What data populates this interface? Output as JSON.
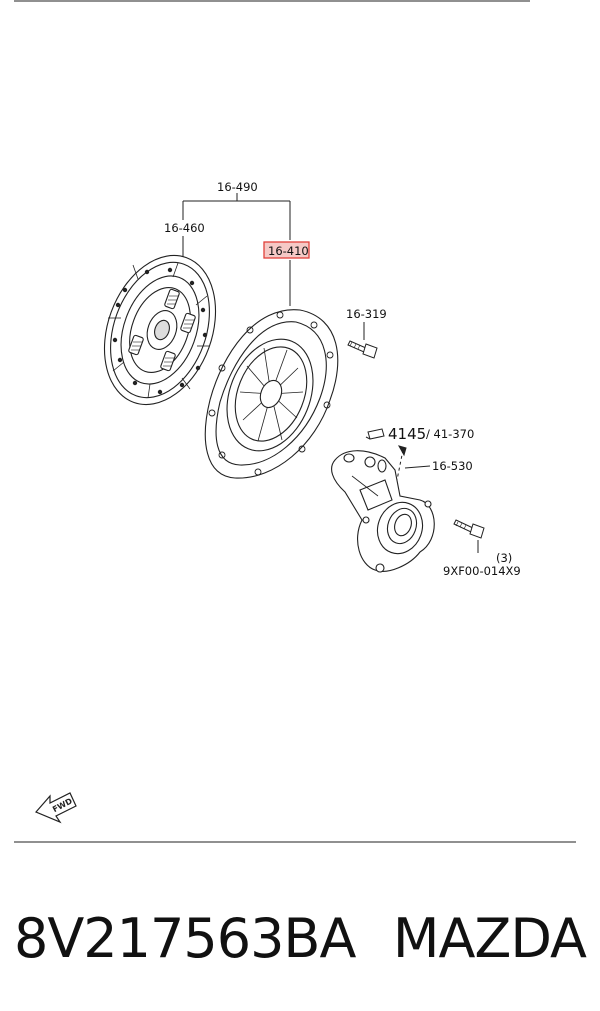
{
  "diagram": {
    "callouts": {
      "assembly": "16-490",
      "clutch_disc": "16-460",
      "clutch_cover": "16-410",
      "cover_bolt": "16-319",
      "ref_number": "4145",
      "ref_suffix": "/ 41-370",
      "release_cylinder": "16-530",
      "bolt_qty": "(3)",
      "bolt_part": "9XF00-014X9"
    },
    "fwd_label": "FWD",
    "highlight_color": "#e0403a"
  },
  "footer": {
    "part_number": "8V217563BA",
    "brand": "MAZDA"
  }
}
